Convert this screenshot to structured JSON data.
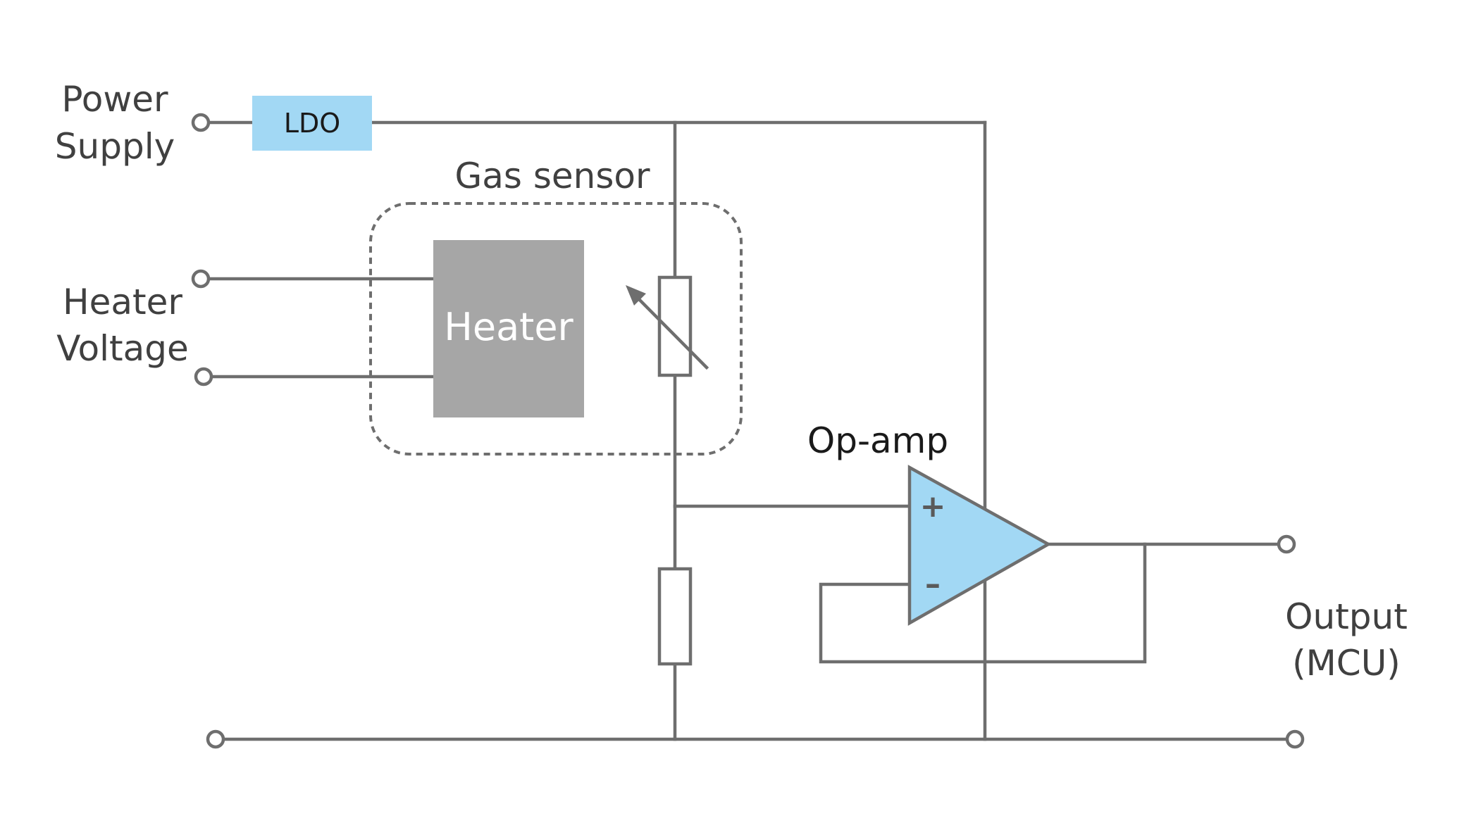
{
  "labels": {
    "power_supply_line1": "Power",
    "power_supply_line2": "Supply",
    "heater_voltage_line1": "Heater",
    "heater_voltage_line2": "Voltage",
    "ldo": "LDO",
    "gas_sensor": "Gas sensor",
    "heater": "Heater",
    "op_amp": "Op-amp",
    "plus_sign": "+",
    "minus_sign": "–",
    "output_line1": "Output",
    "output_line2": "(MCU)"
  },
  "colors": {
    "wire": "#6e6e6e",
    "ldo_fill": "#a2d8f4",
    "heater_fill": "#a6a6a6",
    "opamp_fill": "#a2d8f4",
    "text": "#404040"
  }
}
